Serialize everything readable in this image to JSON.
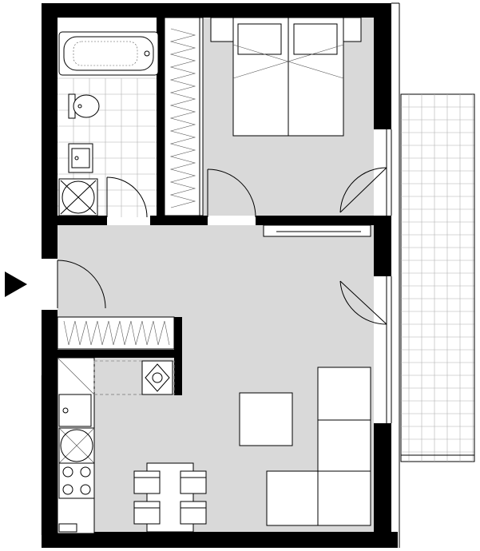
{
  "plan": {
    "rooms": [
      "bathroom",
      "bedroom",
      "hallway",
      "living-kitchen",
      "balcony"
    ],
    "colors": {
      "wall": "#000000",
      "floor": "#d9d9d9",
      "balcony_grid": "#b0b0b0",
      "entry_marker": "#000000"
    },
    "icons": [
      "entry-arrow-icon",
      "bathtub-icon",
      "toilet-icon",
      "sink-icon",
      "shower-icon",
      "stove-icon",
      "bed-icon",
      "sofa-icon",
      "table-icon"
    ]
  }
}
